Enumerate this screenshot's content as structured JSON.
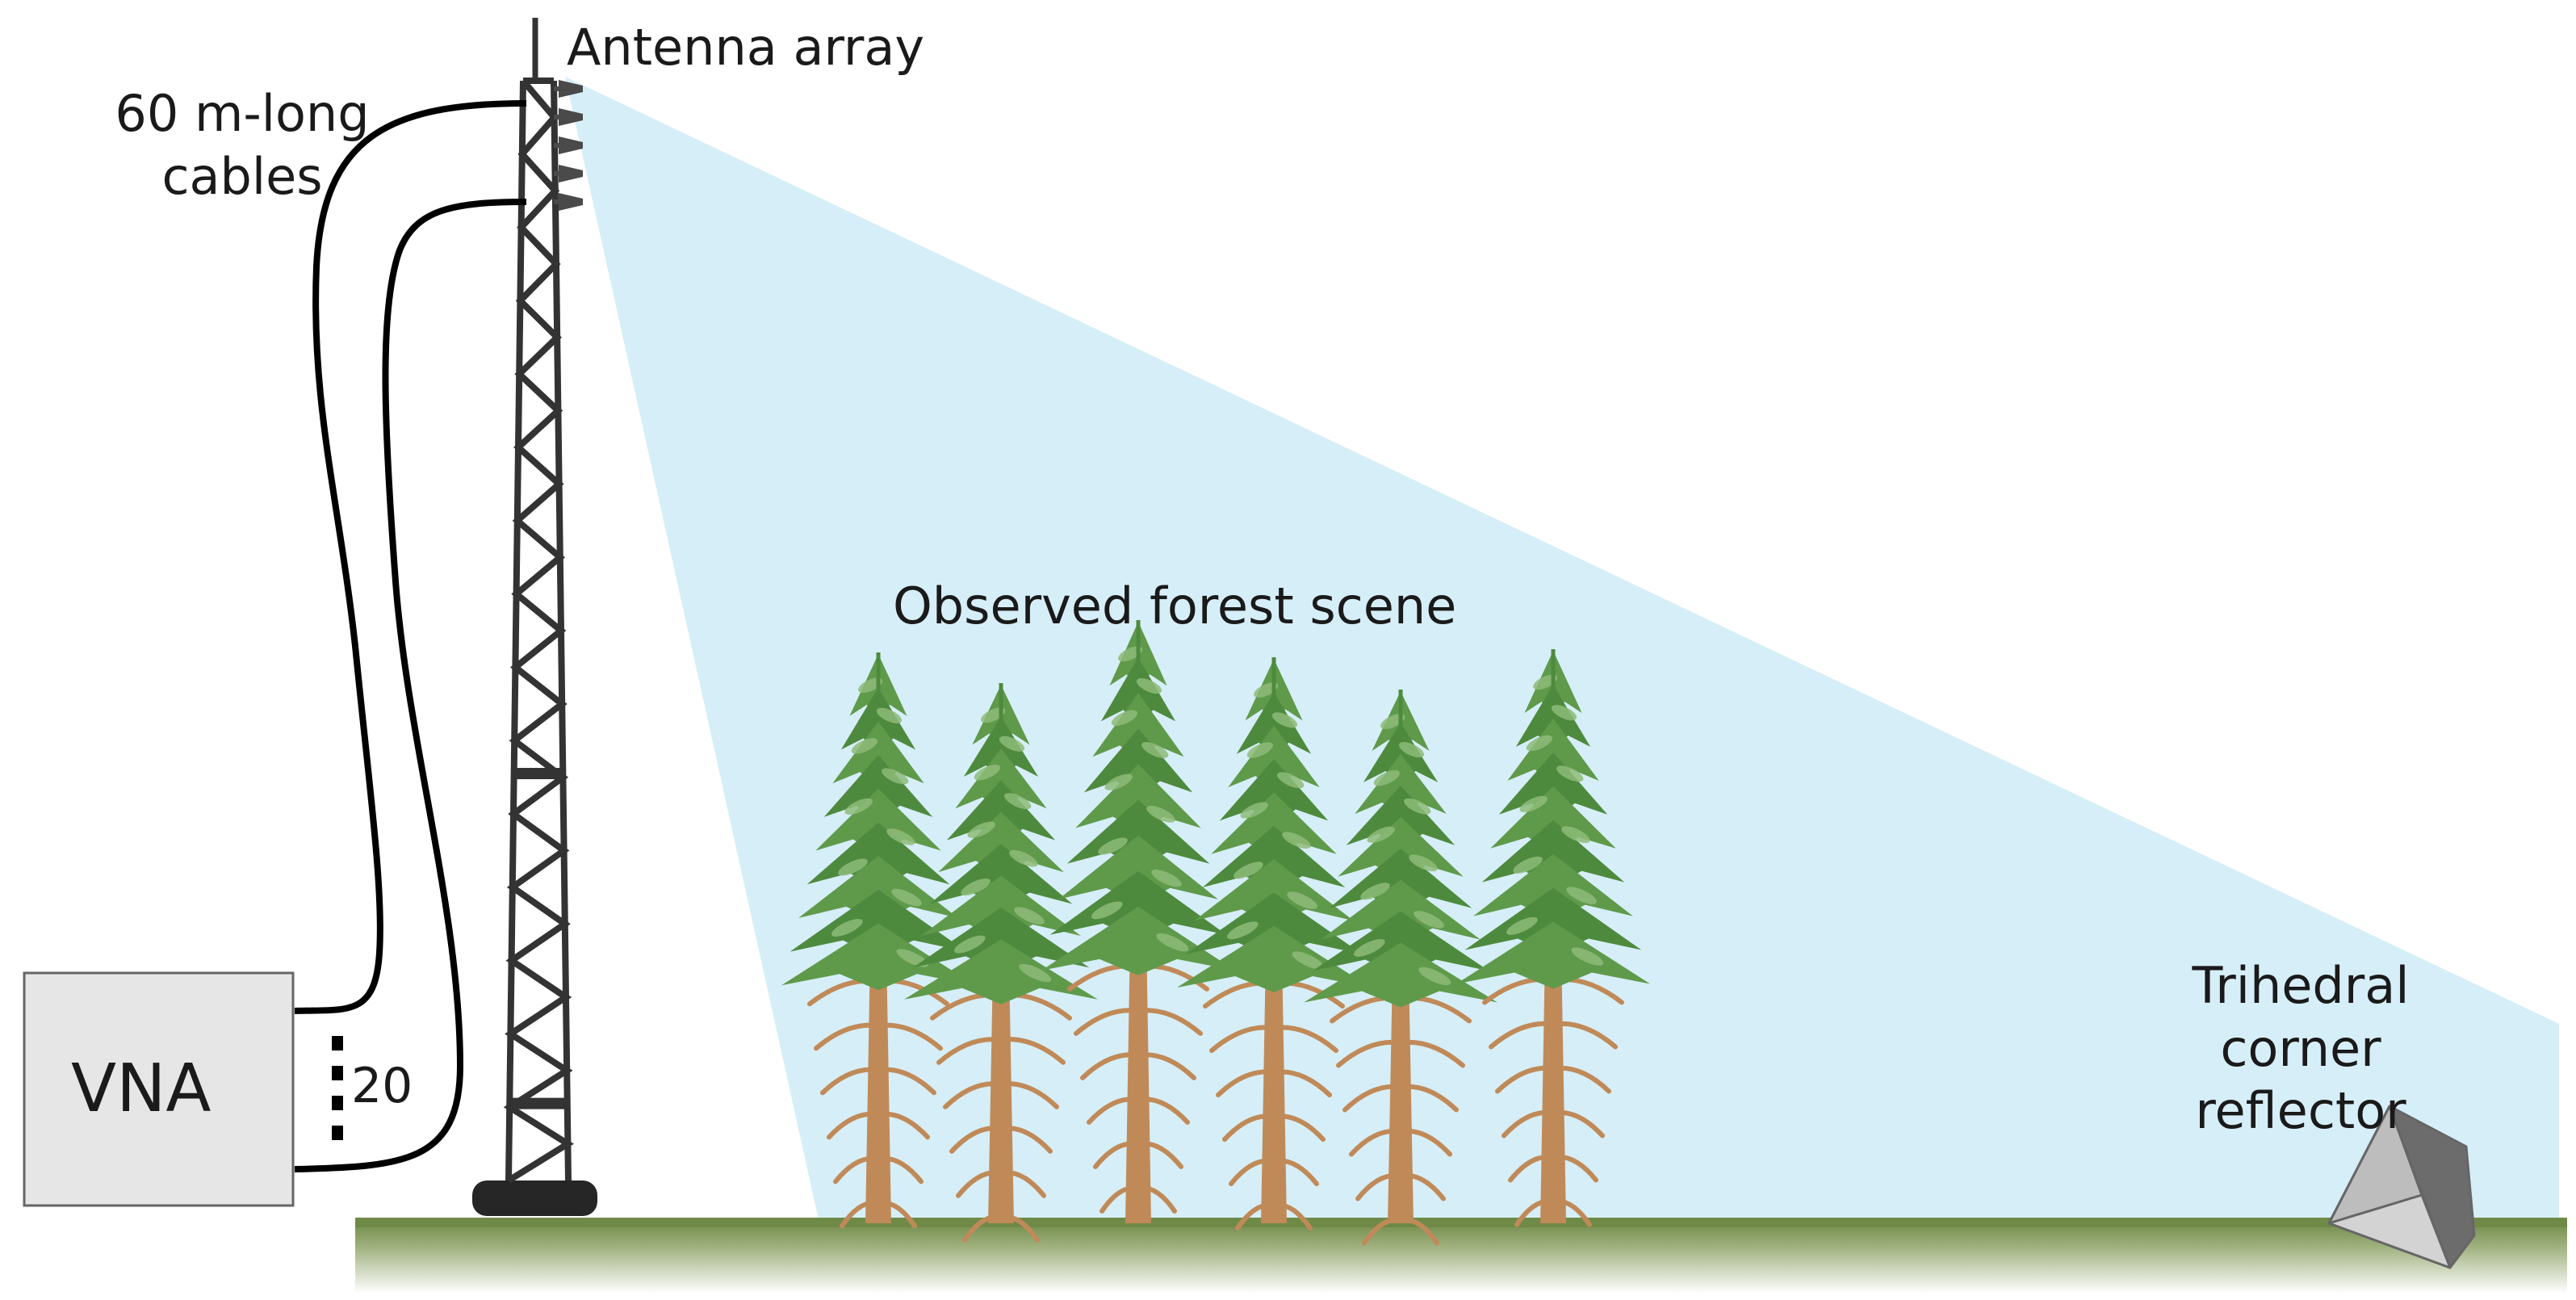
{
  "labels": {
    "antenna_array": "Antenna array",
    "cables_line1": "60 m-long",
    "cables_line2": "cables",
    "vna": "VNA",
    "port_count": "20",
    "forest": "Observed forest scene",
    "reflector_line1": "Trihedral",
    "reflector_line2": "corner",
    "reflector_line3": "reflector"
  },
  "colors": {
    "beam": "#d6eef8",
    "ground": "#6f8a47",
    "tower": "#333333",
    "vna_box": "#e6e6e7",
    "trunk": "#c08a58",
    "foliage_dark": "#4e8a3e",
    "foliage_light": "#7fb16a",
    "reflector": "#8c8c8c"
  },
  "icons": [
    "antenna-array-icon",
    "tower-icon",
    "tree-icon",
    "corner-reflector-icon"
  ]
}
